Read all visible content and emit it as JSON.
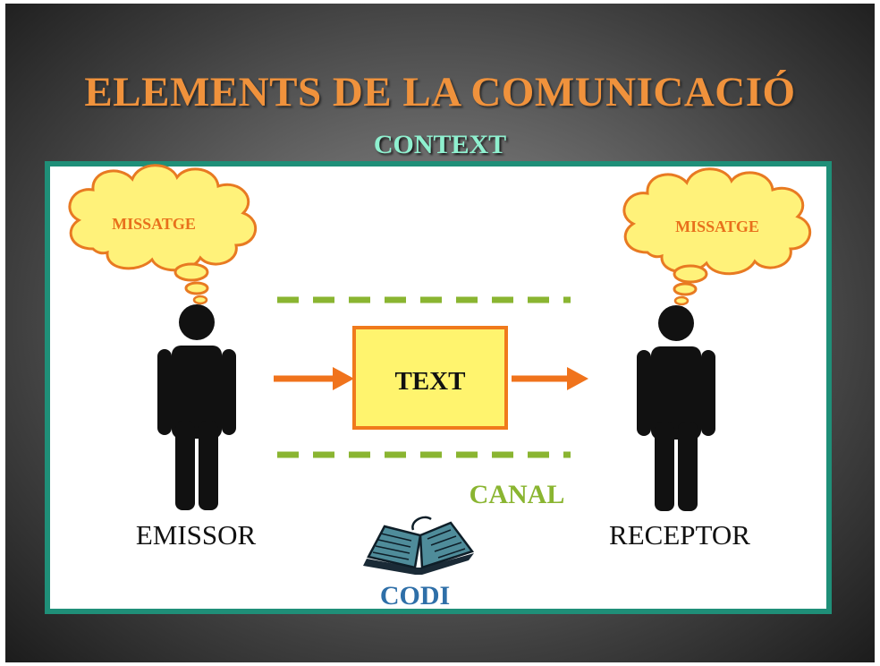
{
  "slide": {
    "title": "ELEMENTS DE LA COMUNICACIÓ",
    "context_label": "CONTEXT"
  },
  "diagram": {
    "emitter": {
      "thought_label": "MISSATGE",
      "label": "EMISSOR"
    },
    "receiver": {
      "thought_label": "MISSATGE",
      "label": "RECEPTOR"
    },
    "message_box_label": "TEXT",
    "channel_label": "CANAL",
    "code_label": "CODI",
    "icons": [
      "person-icon",
      "thought-cloud-icon",
      "arrow-right-icon",
      "open-book-icon"
    ]
  },
  "colors": {
    "title": "#f0923c",
    "context": "#8ff0cf",
    "frame_border": "#1f8f78",
    "cloud_fill": "#fff27a",
    "cloud_stroke": "#e87a22",
    "arrow": "#f0731c",
    "text_box_fill": "#fff46e",
    "text_box_stroke": "#f07a1c",
    "channel": "#8ab531",
    "code": "#2e6fa8"
  }
}
